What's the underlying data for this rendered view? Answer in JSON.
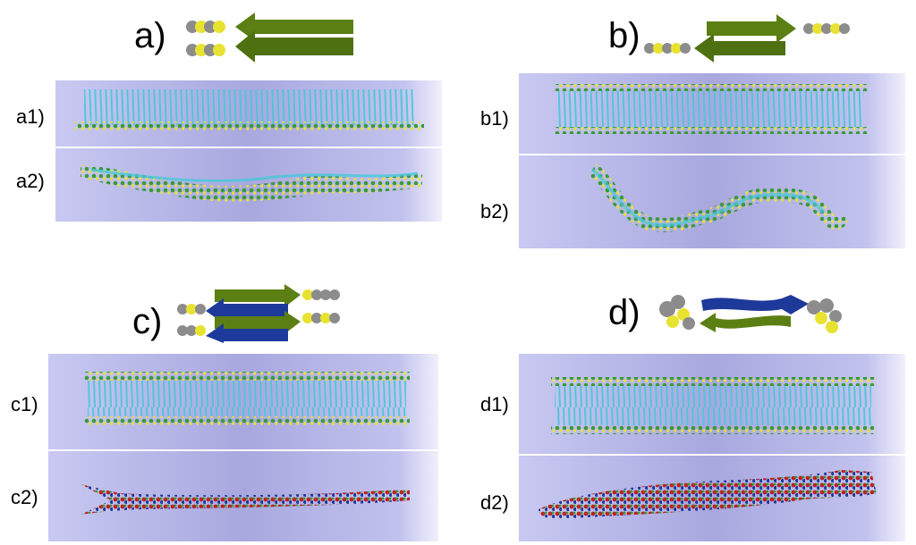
{
  "panels": {
    "a": {
      "title": "a)",
      "rows": [
        "a1)",
        "a2)"
      ]
    },
    "b": {
      "title": "b)",
      "rows": [
        "b1)",
        "b2)"
      ]
    },
    "c": {
      "title": "c)",
      "rows": [
        "c1)",
        "c2)"
      ]
    },
    "d": {
      "title": "d)",
      "rows": [
        "d1)",
        "d2)"
      ]
    }
  },
  "colors": {
    "background_gradient": "#a8a8df",
    "peptide_backbone": "#46c8d8",
    "strand_arrow_green": "#5b7f12",
    "strand_arrow_blue": "#1d3a9a",
    "atom_yellow": "#e8e230",
    "atom_gray": "#8c8c8c",
    "atom_green": "#3a9a3a",
    "atom_red": "#c02020"
  },
  "icons": [
    "strand-arrow-icon",
    "molecule-chain-icon",
    "fibril-model-icon"
  ]
}
